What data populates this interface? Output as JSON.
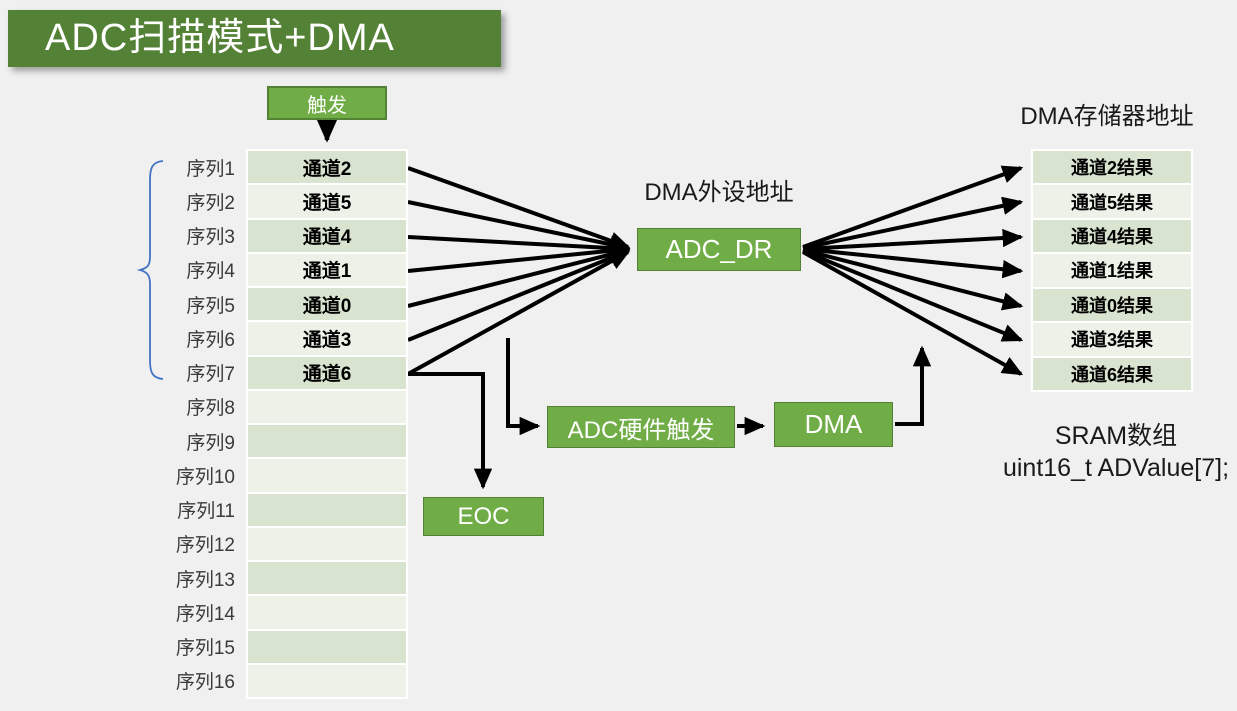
{
  "title": "ADC扫描模式+DMA",
  "trigger": {
    "label": "触发"
  },
  "sequence_table": {
    "rows": [
      {
        "seq": "序列1",
        "channel": "通道2"
      },
      {
        "seq": "序列2",
        "channel": "通道5"
      },
      {
        "seq": "序列3",
        "channel": "通道4"
      },
      {
        "seq": "序列4",
        "channel": "通道1"
      },
      {
        "seq": "序列5",
        "channel": "通道0"
      },
      {
        "seq": "序列6",
        "channel": "通道3"
      },
      {
        "seq": "序列7",
        "channel": "通道6"
      },
      {
        "seq": "序列8",
        "channel": ""
      },
      {
        "seq": "序列9",
        "channel": ""
      },
      {
        "seq": "序列10",
        "channel": ""
      },
      {
        "seq": "序列11",
        "channel": ""
      },
      {
        "seq": "序列12",
        "channel": ""
      },
      {
        "seq": "序列13",
        "channel": ""
      },
      {
        "seq": "序列14",
        "channel": ""
      },
      {
        "seq": "序列15",
        "channel": ""
      },
      {
        "seq": "序列16",
        "channel": ""
      }
    ]
  },
  "center": {
    "dma_peripheral_address_label": "DMA外设地址",
    "adc_dr_label": "ADC_DR",
    "adc_hw_trigger_label": "ADC硬件触发",
    "dma_label": "DMA",
    "eoc_label": "EOC"
  },
  "right": {
    "dma_memory_address_label": "DMA存储器地址",
    "results": [
      "通道2结果",
      "通道5结果",
      "通道4结果",
      "通道1结果",
      "通道0结果",
      "通道3结果",
      "通道6结果"
    ],
    "sram_line1": "SRAM数组",
    "sram_line2": "uint16_t ADValue[7];"
  },
  "colors": {
    "background": "#f0f0f0",
    "banner_green": "#538135",
    "box_green": "#70ad47",
    "box_border_green": "#548235",
    "row_dark": "#d8e4cf",
    "row_light": "#ecf2e7",
    "brace_blue": "#4472c4",
    "arrow_black": "#000000"
  }
}
